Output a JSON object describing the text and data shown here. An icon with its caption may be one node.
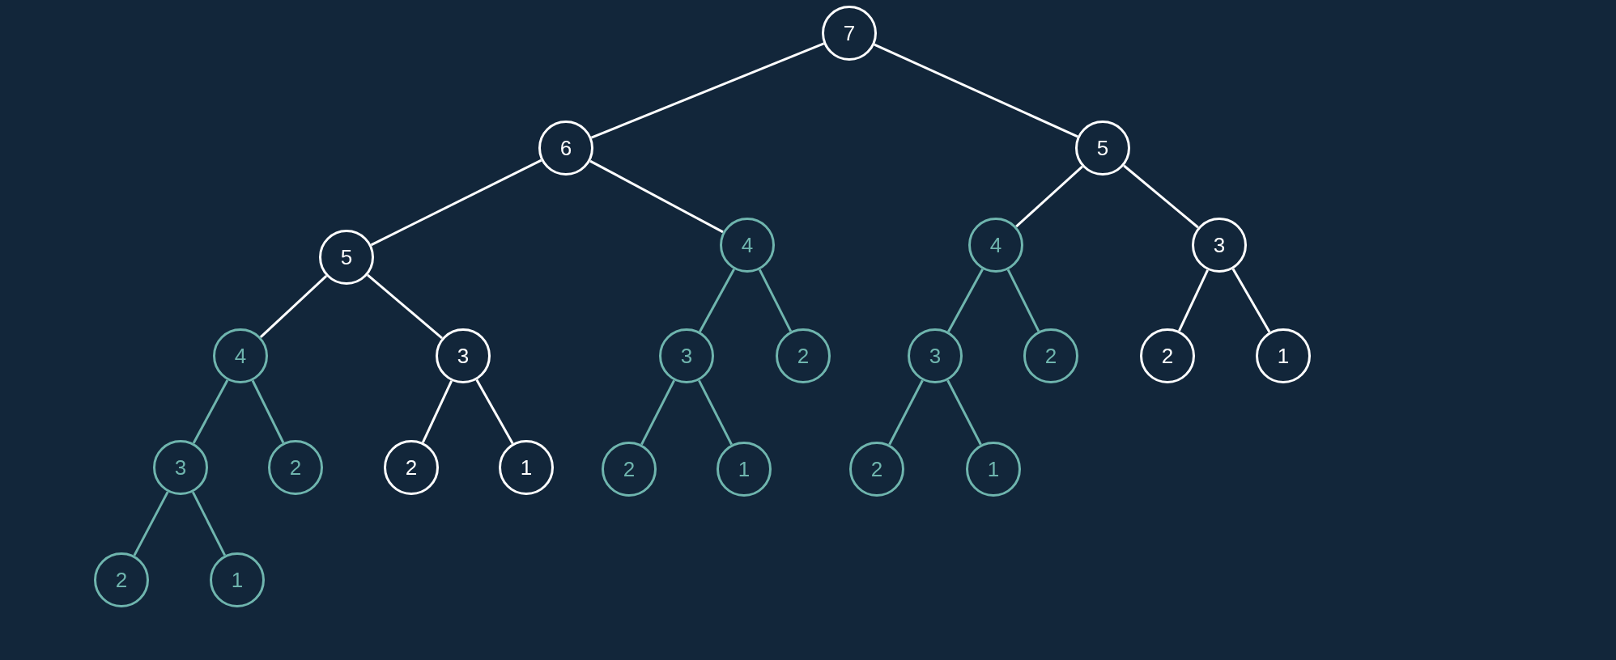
{
  "diagram": {
    "nodes": [
      {
        "text": [
          "7"
        ]
      },
      {
        "text": [
          "6"
        ]
      },
      {
        "text": [
          "5"
        ]
      },
      {
        "text": [
          "5"
        ]
      },
      {
        "text": [
          "4"
        ]
      },
      {
        "text": [
          "4"
        ]
      },
      {
        "text": [
          "3"
        ]
      },
      {
        "text": [
          "4"
        ]
      },
      {
        "text": [
          "3"
        ]
      },
      {
        "text": [
          "3"
        ]
      },
      {
        "text": [
          "2"
        ]
      },
      {
        "text": [
          "3"
        ]
      },
      {
        "text": [
          "2"
        ]
      },
      {
        "text": [
          "2"
        ]
      },
      {
        "text": [
          "1"
        ]
      },
      {
        "text": [
          "3"
        ]
      },
      {
        "text": [
          "2"
        ]
      },
      {
        "text": [
          "2"
        ]
      },
      {
        "text": [
          "1"
        ]
      },
      {
        "text": [
          "2"
        ]
      },
      {
        "text": [
          "1"
        ]
      },
      {
        "text": [
          "2"
        ]
      },
      {
        "text": [
          "1"
        ]
      },
      {
        "text": [
          "2"
        ]
      },
      {
        "text": [
          "1"
        ]
      }
    ],
    "edges": [
      {
        "from": 0,
        "to": 1,
        "arrow": "none",
        "color": "#ffffff"
      },
      {
        "from": 0,
        "to": 2,
        "arrow": "none",
        "color": "#ffffff"
      },
      {
        "from": 1,
        "to": 3,
        "arrow": "none",
        "color": "#ffffff"
      },
      {
        "from": 1,
        "to": 4,
        "arrow": "none",
        "color": "#ffffff"
      },
      {
        "from": 2,
        "to": 5,
        "arrow": "none",
        "color": "#ffffff"
      },
      {
        "from": 2,
        "to": 6,
        "arrow": "none",
        "color": "#ffffff"
      },
      {
        "from": 3,
        "to": 7,
        "arrow": "none",
        "color": "#ffffff"
      },
      {
        "from": 3,
        "to": 8,
        "arrow": "none",
        "color": "#ffffff"
      },
      {
        "from": 4,
        "to": 9,
        "arrow": "none",
        "color": "#6fb5ae"
      },
      {
        "from": 4,
        "to": 10,
        "arrow": "none",
        "color": "#6fb5ae"
      },
      {
        "from": 5,
        "to": 11,
        "arrow": "none",
        "color": "#6fb5ae"
      },
      {
        "from": 5,
        "to": 12,
        "arrow": "none",
        "color": "#6fb5ae"
      },
      {
        "from": 6,
        "to": 13,
        "arrow": "none",
        "color": "#ffffff"
      },
      {
        "from": 6,
        "to": 14,
        "arrow": "none",
        "color": "#ffffff"
      },
      {
        "from": 7,
        "to": 15,
        "arrow": "none",
        "color": "#6fb5ae"
      },
      {
        "from": 7,
        "to": 16,
        "arrow": "none",
        "color": "#6fb5ae"
      },
      {
        "from": 8,
        "to": 17,
        "arrow": "none",
        "color": "#ffffff"
      },
      {
        "from": 8,
        "to": 18,
        "arrow": "none",
        "color": "#ffffff"
      },
      {
        "from": 9,
        "to": 19,
        "arrow": "none",
        "color": "#6fb5ae"
      },
      {
        "from": 9,
        "to": 20,
        "arrow": "none",
        "color": "#6fb5ae"
      },
      {
        "from": 11,
        "to": 21,
        "arrow": "none",
        "color": "#6fb5ae"
      },
      {
        "from": 11,
        "to": 22,
        "arrow": "none",
        "color": "#6fb5ae"
      },
      {
        "from": 15,
        "to": 23,
        "arrow": "none",
        "color": "#6fb5ae"
      },
      {
        "from": 15,
        "to": 24,
        "arrow": "none",
        "color": "#6fb5ae"
      }
    ]
  }
}
